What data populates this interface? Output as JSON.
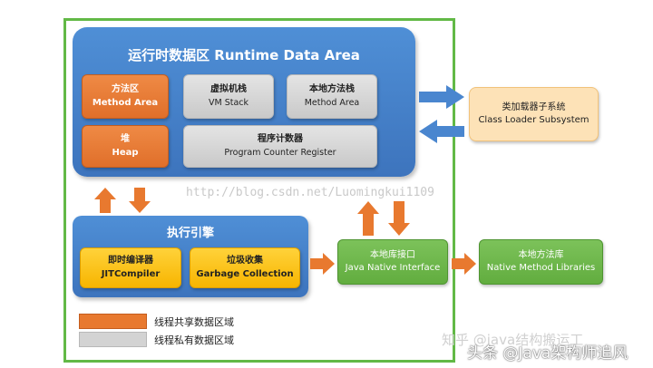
{
  "runtime_area": {
    "title": "运行时数据区  Runtime Data Area"
  },
  "method_area": {
    "zh": "方法区",
    "en": "Method Area"
  },
  "vm_stack": {
    "zh": "虚拟机栈",
    "en": "VM Stack"
  },
  "native_method_stack": {
    "zh": "本地方法栈",
    "en": "Method Area"
  },
  "heap": {
    "zh": "堆",
    "en": "Heap"
  },
  "pc_register": {
    "zh": "程序计数器",
    "en": "Program Counter Register"
  },
  "class_loader": {
    "zh": "类加载器子系统",
    "en": "Class Loader Subsystem"
  },
  "execution_engine": {
    "title": "执行引擎"
  },
  "jit_compiler": {
    "zh": "即时编译器",
    "en": "JITCompiler"
  },
  "garbage_collection": {
    "zh": "垃圾收集",
    "en": "Garbage Collection"
  },
  "jni": {
    "zh": "本地库接口",
    "en": "Java Native Interface"
  },
  "native_libraries": {
    "zh": "本地方法库",
    "en": "Native Method Libraries"
  },
  "legend": {
    "shared": "线程共享数据区域",
    "private": "线程私有数据区域",
    "shared_color": "#e8792f",
    "private_color": "#d3d3d3"
  },
  "watermark": {
    "text": "http://blog.csdn.net/Luomingkui1109"
  },
  "credits": {
    "zhihu": "知乎 @java结构搬运工",
    "toutiao": "头条 @Java架构师追风"
  },
  "colors": {
    "frame": "#62b946",
    "runtime_blue": "#4a86cf",
    "arrow_blue": "#4a86cf",
    "arrow_orange": "#e8792f"
  }
}
